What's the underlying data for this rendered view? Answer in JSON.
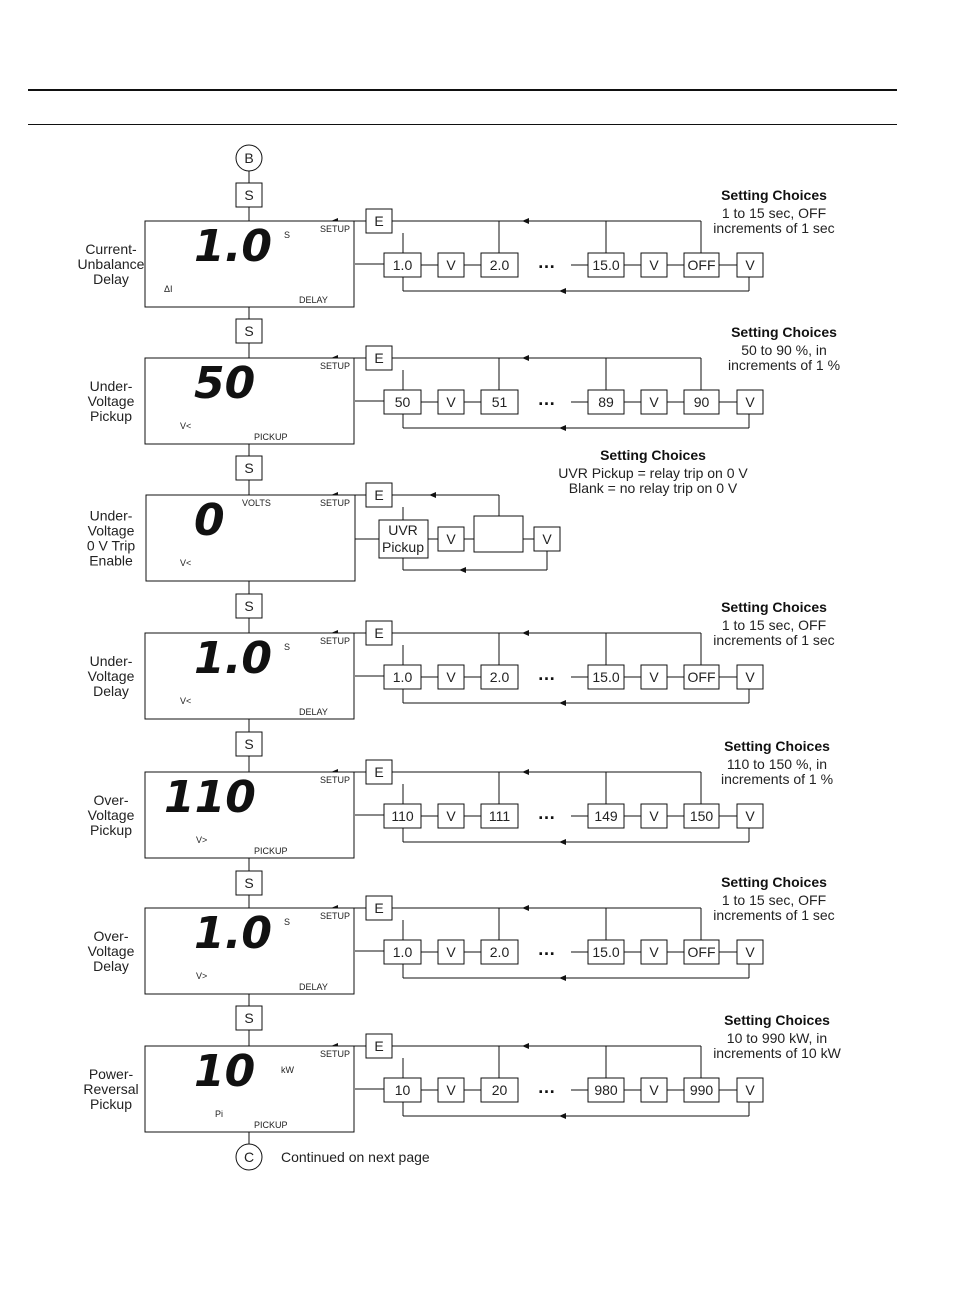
{
  "connectors": {
    "start": "B",
    "end": "C",
    "continued": "Continued on next page"
  },
  "rows": [
    {
      "label": [
        "Current-",
        "Unbalance",
        "Delay"
      ],
      "display": {
        "value": "1.0",
        "unit": "S",
        "setup": "SETUP",
        "symbol": "ΔI",
        "mode": "DELAY"
      },
      "step": "S",
      "enter": "E",
      "sequence": [
        "1.0",
        "V",
        "2.0",
        "…",
        "15.0",
        "V",
        "OFF",
        "V"
      ],
      "choices": {
        "title": "Setting Choices",
        "line1": "1 to 15 sec, OFF",
        "line2": "increments of 1 sec"
      }
    },
    {
      "label": [
        "Under-",
        "Voltage",
        "Pickup"
      ],
      "display": {
        "value": "50",
        "unit": "",
        "setup": "SETUP",
        "symbol": "V<",
        "mode": "PICKUP"
      },
      "step": "S",
      "enter": "E",
      "sequence": [
        "50",
        "V",
        "51",
        "…",
        "89",
        "V",
        "90",
        "V"
      ],
      "choices": {
        "title": "Setting Choices",
        "line1": "50 to 90 %, in",
        "line2": "increments of 1 %"
      }
    },
    {
      "label": [
        "Under-",
        "Voltage",
        "0 V Trip",
        "Enable"
      ],
      "display": {
        "value": "0",
        "unit": "VOLTS",
        "setup": "SETUP",
        "symbol": "V<",
        "mode": ""
      },
      "step": "S",
      "enter": "E",
      "sequence": [
        "UVR",
        "Pickup",
        "V",
        "",
        "V"
      ],
      "choices": {
        "title": "Setting Choices",
        "line1": "UVR Pickup = relay trip on 0 V",
        "line2": "Blank = no relay trip on 0 V"
      }
    },
    {
      "label": [
        "Under-",
        "Voltage",
        "Delay"
      ],
      "display": {
        "value": "1.0",
        "unit": "S",
        "setup": "SETUP",
        "symbol": "V<",
        "mode": "DELAY"
      },
      "step": "S",
      "enter": "E",
      "sequence": [
        "1.0",
        "V",
        "2.0",
        "…",
        "15.0",
        "V",
        "OFF",
        "V"
      ],
      "choices": {
        "title": "Setting Choices",
        "line1": "1 to 15 sec, OFF",
        "line2": "increments of 1 sec"
      }
    },
    {
      "label": [
        "Over-",
        "Voltage",
        "Pickup"
      ],
      "display": {
        "value": "110",
        "unit": "",
        "setup": "SETUP",
        "symbol": "V>",
        "mode": "PICKUP"
      },
      "step": "S",
      "enter": "E",
      "sequence": [
        "110",
        "V",
        "111",
        "…",
        "149",
        "V",
        "150",
        "V"
      ],
      "choices": {
        "title": "Setting Choices",
        "line1": "110 to 150 %, in",
        "line2": "increments of 1 %"
      }
    },
    {
      "label": [
        "Over-",
        "Voltage",
        "Delay"
      ],
      "display": {
        "value": "1.0",
        "unit": "S",
        "setup": "SETUP",
        "symbol": "V>",
        "mode": "DELAY"
      },
      "step": "S",
      "enter": "E",
      "sequence": [
        "1.0",
        "V",
        "2.0",
        "…",
        "15.0",
        "V",
        "OFF",
        "V"
      ],
      "choices": {
        "title": "Setting Choices",
        "line1": "1 to 15 sec, OFF",
        "line2": "increments of 1 sec"
      }
    },
    {
      "label": [
        "Power-",
        "Reversal",
        "Pickup"
      ],
      "display": {
        "value": "10",
        "unit": "kW",
        "setup": "SETUP",
        "symbol": "Pi",
        "mode": "PICKUP"
      },
      "step": "S",
      "enter": "E",
      "sequence": [
        "10",
        "V",
        "20",
        "…",
        "980",
        "V",
        "990",
        "V"
      ],
      "choices": {
        "title": "Setting Choices",
        "line1": "10 to 990 kW, in",
        "line2": "increments of 10 kW"
      }
    }
  ]
}
